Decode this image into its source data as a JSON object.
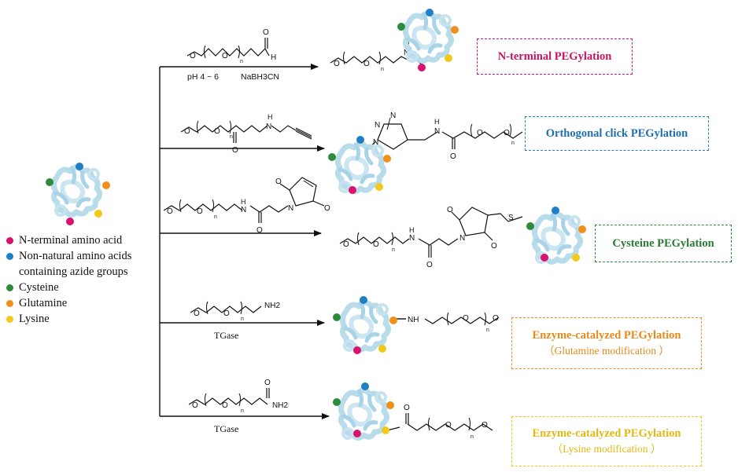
{
  "colors": {
    "n_terminal": "#d9136d",
    "azide": "#1f7fc4",
    "cysteine": "#2e8b3c",
    "glutamine": "#f0901a",
    "lysine": "#f2c81b",
    "protein": "#b9dcea"
  },
  "legend": [
    {
      "key": "n_terminal",
      "label": "N-terminal amino acid"
    },
    {
      "key": "azide",
      "label": "Non-natural amino acids"
    },
    {
      "key": "azide_cont",
      "label": "containing azide groups"
    },
    {
      "key": "cysteine",
      "label": "Cysteine"
    },
    {
      "key": "glutamine",
      "label": "Glutamine"
    },
    {
      "key": "lysine",
      "label": "Lysine"
    }
  ],
  "reactions": [
    {
      "condition": "pH 4 ~ 6",
      "condition2": "NaBH3CN"
    },
    {
      "condition": "",
      "condition2": ""
    },
    {
      "condition": "",
      "condition2": ""
    },
    {
      "condition": "TGase",
      "condition2": ""
    },
    {
      "condition": "TGase",
      "condition2": ""
    }
  ],
  "boxes": [
    {
      "title": "N-terminal PEGylation",
      "subtitle": ""
    },
    {
      "title": "Orthogonal click PEGylation",
      "subtitle": ""
    },
    {
      "title": "Cysteine PEGylation",
      "subtitle": ""
    },
    {
      "title": "Enzyme-catalyzed PEGylation",
      "subtitle": "（Glutamine modification ）"
    },
    {
      "title": "Enzyme-catalyzed PEGylation",
      "subtitle": "（Lysine modification ）"
    }
  ],
  "atoms": {
    "O": "O",
    "N": "N",
    "H": "H",
    "S": "S",
    "n": "n",
    "NH": "NH",
    "NH2": "NH2",
    "H_sub": "H"
  }
}
